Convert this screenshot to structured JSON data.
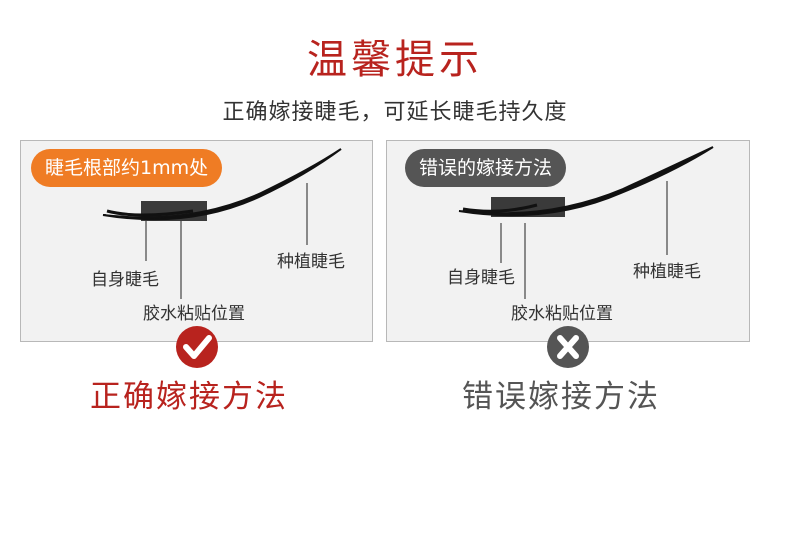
{
  "title": "温馨提示",
  "subtitle": "正确嫁接睫毛，可延长睫毛持久度",
  "colors": {
    "accent_red": "#b8231e",
    "badge_orange": "#ef7c24",
    "badge_gray": "#555555",
    "panel_bg": "#f2f2f2"
  },
  "left_panel": {
    "badge": "睫毛根部约1mm处",
    "label_natural": "自身睫毛",
    "label_glue": "胶水粘贴位置",
    "label_extension": "种植睫毛",
    "icon": "check-circle-icon",
    "caption": "正确嫁接方法"
  },
  "right_panel": {
    "badge": "错误的嫁接方法",
    "label_natural": "自身睫毛",
    "label_glue": "胶水粘贴位置",
    "label_extension": "种植睫毛",
    "icon": "x-circle-icon",
    "caption": "错误嫁接方法"
  }
}
